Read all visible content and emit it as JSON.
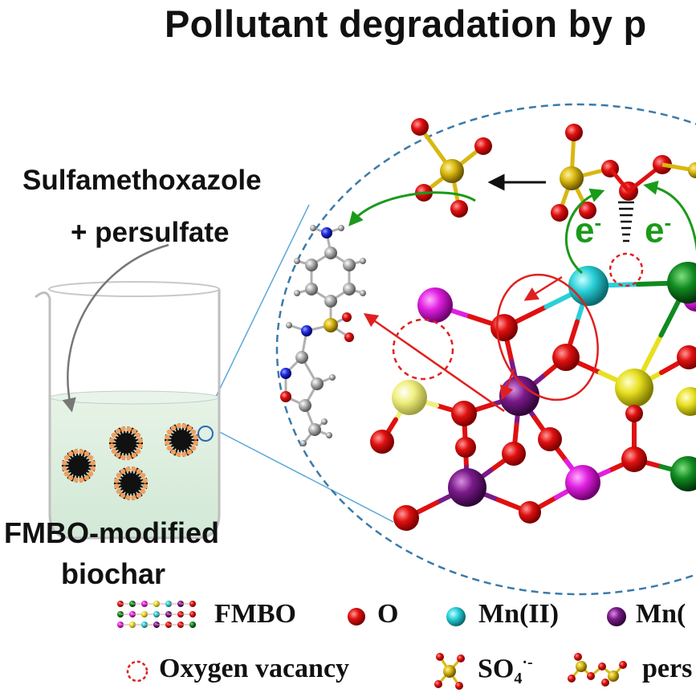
{
  "title": "Pollutant degradation by  p",
  "reactants_line1": "Sulfamethoxazole",
  "reactants_line2": "+ persulfate",
  "catalyst_line1": "FMBO-modified",
  "catalyst_line2": "biochar",
  "electron_label": "e",
  "electron_sup": "-",
  "legend": {
    "fmbo": "FMBO",
    "o": "O",
    "mn2": "Mn(II)",
    "mn3": "Mn(",
    "vacancy": "Oxygen vacancy",
    "so4": "SO",
    "so4_sub": "4",
    "so4_sup": "·-",
    "pers": "pers"
  },
  "colors": {
    "oxygen": "#e01010",
    "mn2": "#2ad0d8",
    "mn3": "#7a1a8a",
    "magenta": "#e020e0",
    "yellow": "#e8e020",
    "pale_yellow": "#f0f080",
    "green": "#108a20",
    "sulfur": "#d8b810",
    "arrow_green": "#1a9a1a",
    "arrow_red": "#e02020",
    "dash_blue": "#3a7aaa",
    "biochar_dot": "#f0a060"
  }
}
